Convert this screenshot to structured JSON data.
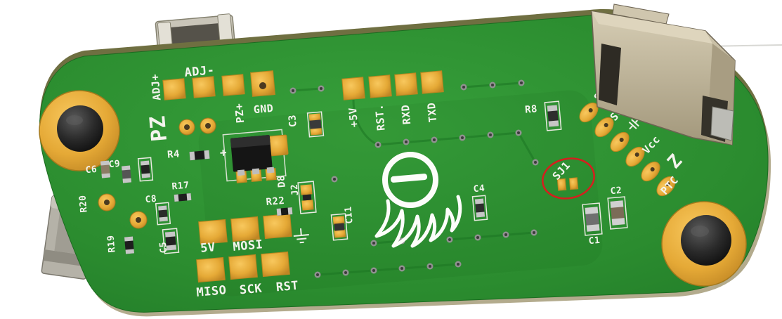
{
  "colors": {
    "board_green": "#2f9132",
    "board_edge_dark": "#6f6f41",
    "board_edge_tan": "#b3ab8d",
    "pad_gold": "#ecb23f",
    "silkscreen_white": "#f4f4ee",
    "annotation_red": "#d61e1e",
    "connector_beige": "#c4bba1",
    "connector_gray": "#b5b2a8"
  },
  "annotation": {
    "circled_reference": "SJ1"
  },
  "silkscreen": {
    "adj_minus": "ADJ-",
    "adj_plus": "ADJ+",
    "pz": "PZ",
    "pz_plus": "PZ+",
    "gnd": "GND",
    "c3": "C3",
    "r4": "R4",
    "plus_mark": "+",
    "d8": "D8",
    "r22": "R22",
    "j2": "J2",
    "c11": "C11",
    "plus_5v": "+5V",
    "rst_top": "RST.",
    "rxd": "RXD",
    "txd": "TXD",
    "r8": "R8",
    "sda": "SDA",
    "scl": "SCL",
    "vcc": "Vcc",
    "z": "Z",
    "ptc": "PTC",
    "sj1": "SJ1",
    "c4": "C4",
    "c2": "C2",
    "c1": "C1",
    "c6": "C6",
    "c9": "C9",
    "r20": "R20",
    "c8": "C8",
    "r17": "R17",
    "r19": "R19",
    "c5": "C5",
    "isp_5v": "5V",
    "mosi": "MOSI",
    "miso": "MISO",
    "sck": "SCK",
    "rst_bottom": "RST"
  }
}
